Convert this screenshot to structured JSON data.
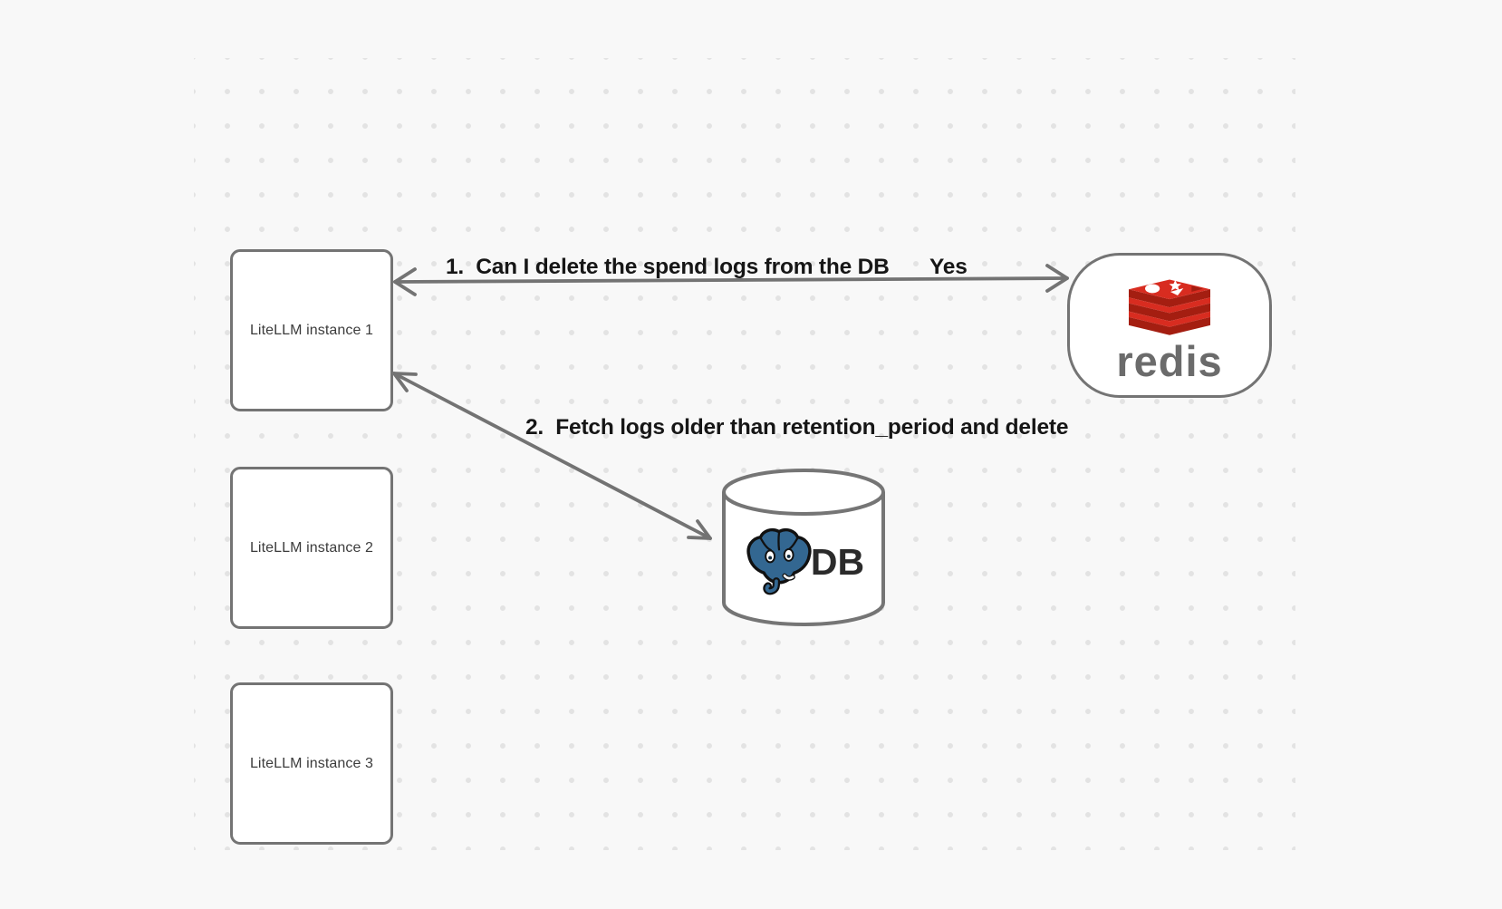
{
  "diagram": {
    "instances": [
      {
        "label": "LiteLLM instance 1"
      },
      {
        "label": "LiteLLM instance 2"
      },
      {
        "label": "LiteLLM instance 3"
      }
    ],
    "redis": {
      "wordmark": "redis"
    },
    "db": {
      "label": "DB"
    },
    "edges": {
      "edge1": {
        "question": "1.  Can I delete the spend logs from the DB",
        "answer": "Yes"
      },
      "edge2": {
        "label": "2.  Fetch logs older than retention_period and delete"
      }
    },
    "colors": {
      "background": "#f8f8f8",
      "grid_dot": "#e3e3e3",
      "shape_stroke": "#747474",
      "label_text": "#161616",
      "instance_text": "#3c3c3c",
      "redis_red": "#d82c20",
      "redis_dark_red": "#a41e11",
      "redis_wordmark_gray": "#6b6b6b",
      "postgres_blue": "#336791",
      "db_text": "#2b2b2b"
    }
  }
}
